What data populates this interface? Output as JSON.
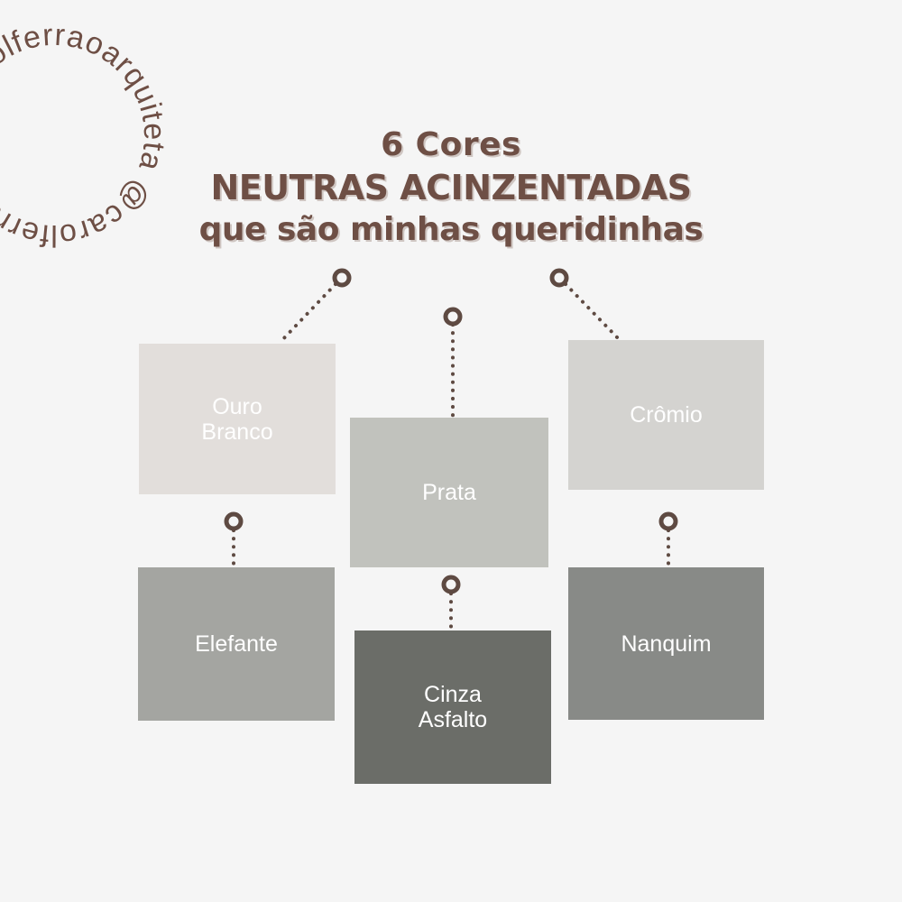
{
  "title": {
    "line1": "6 Cores",
    "line2": "NEUTRAS ACINZENTADAS",
    "line3": "que são minhas queridinhas"
  },
  "stamp": {
    "text": "@carolferraoarquiteta @carolferraoarquiteta "
  },
  "colors": {
    "title": "#6e4f45",
    "connector": "#5e4a42",
    "background": "#f5f5f5"
  },
  "swatches": {
    "ouro_branco": {
      "lines": [
        "Ouro",
        "Branco"
      ],
      "color": "#e2dedb"
    },
    "prata": {
      "lines": [
        "Prata"
      ],
      "color": "#c1c2bd"
    },
    "cromio": {
      "lines": [
        "Crômio"
      ],
      "color": "#d4d3d0"
    },
    "elefante": {
      "lines": [
        "Elefante"
      ],
      "color": "#a4a5a1"
    },
    "cinza_asfalto": {
      "lines": [
        "Cinza",
        "Asfalto"
      ],
      "color": "#6b6d68"
    },
    "nanquim": {
      "lines": [
        "Nanquim"
      ],
      "color": "#888a87"
    }
  }
}
